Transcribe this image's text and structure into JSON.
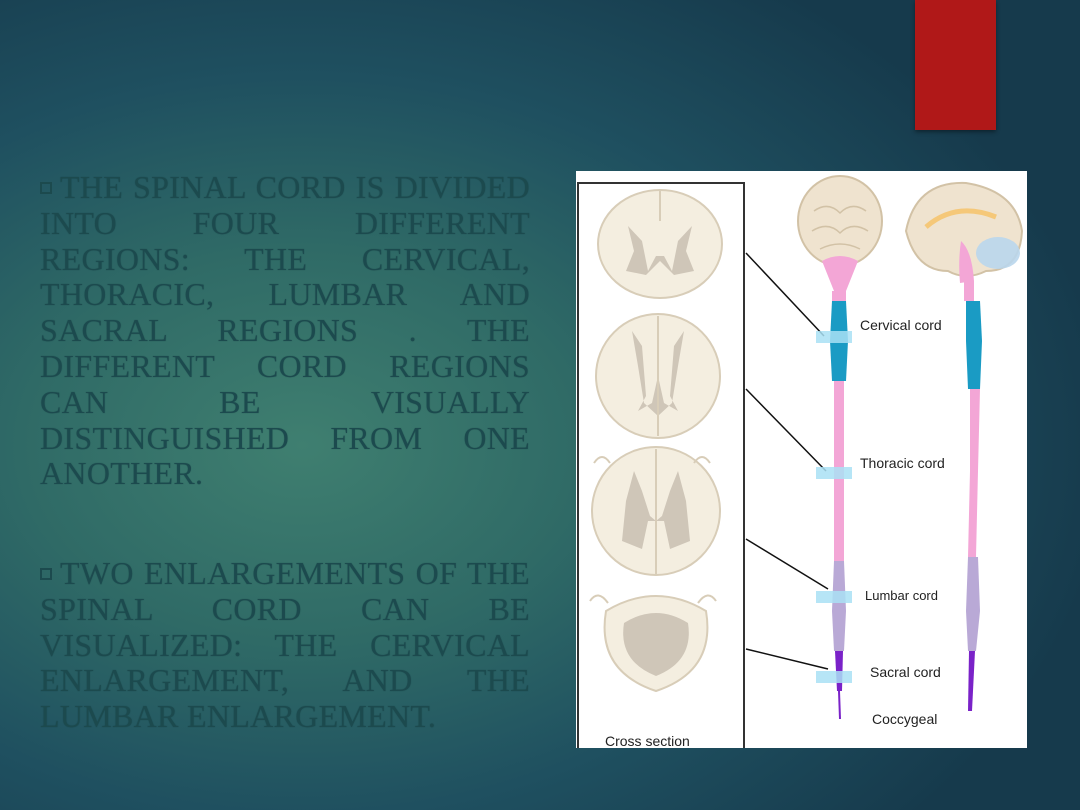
{
  "paragraphs": {
    "p1": "THE SPINAL CORD IS DIVIDED INTO FOUR DIFFERENT REGIONS: THE CERVICAL, THORACIC, LUMBAR AND SACRAL REGIONS . THE DIFFERENT CORD REGIONS CAN BE VISUALLY DISTINGUISHED FROM ONE ANOTHER.",
    "p2": "TWO ENLARGEMENTS OF THE SPINAL CORD CAN BE VISUALIZED: THE CERVICAL ENLARGEMENT, AND THE LUMBAR ENLARGEMENT."
  },
  "figure": {
    "labels": {
      "cervical": "Cervical cord",
      "thoracic": "Thoracic cord",
      "lumbar": "Lumbar cord",
      "sacral": "Sacral cord",
      "coccygeal": "Coccygeal",
      "cross_section": "Cross section"
    }
  },
  "colors": {
    "accent_red": "#b01818",
    "text": "#1c4a4e",
    "cervical": "#1a9bc4",
    "thoracic": "#f3a6d6",
    "lumbar": "#b9a9d6",
    "sacral": "#7a22c8"
  }
}
